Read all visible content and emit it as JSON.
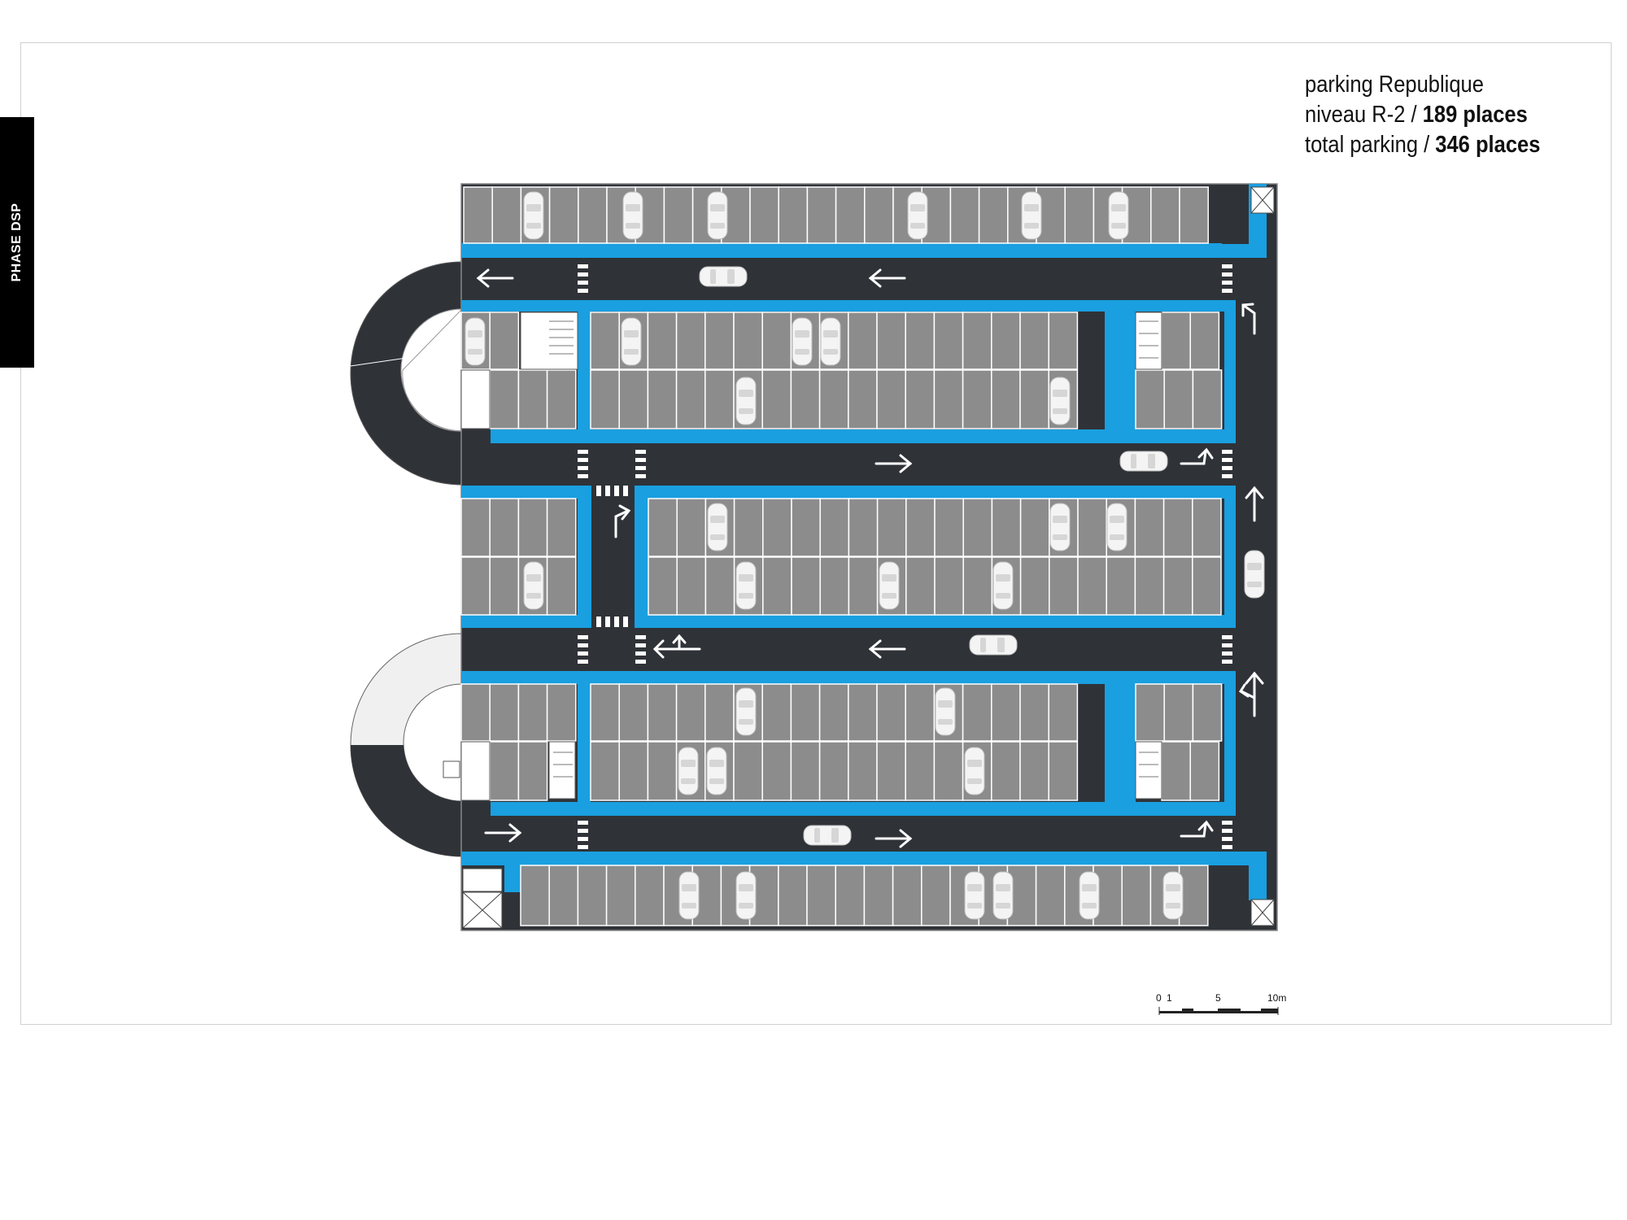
{
  "sidebar": {
    "phase_label": "PHASE DSP"
  },
  "title_block": {
    "line1": "parking Republique",
    "line2_prefix": "niveau R-2 / ",
    "line2_bold": "189 places",
    "line3_prefix": "total parking / ",
    "line3_bold": "346 places"
  },
  "scale_bar": {
    "label_0": "0",
    "label_1": "1",
    "label_5": "5",
    "label_10": "10m"
  },
  "colors": {
    "asphalt": "#2f3338",
    "stall": "#8c8c8c",
    "walkway": "#1a9fe0",
    "marking": "#ffffff",
    "car": "#f4f4f4"
  },
  "icons": [
    "arrow-left-icon",
    "arrow-right-icon",
    "arrow-up-icon",
    "turn-arrow-icon",
    "car-icon",
    "stair-icon",
    "crosswalk-icon"
  ]
}
